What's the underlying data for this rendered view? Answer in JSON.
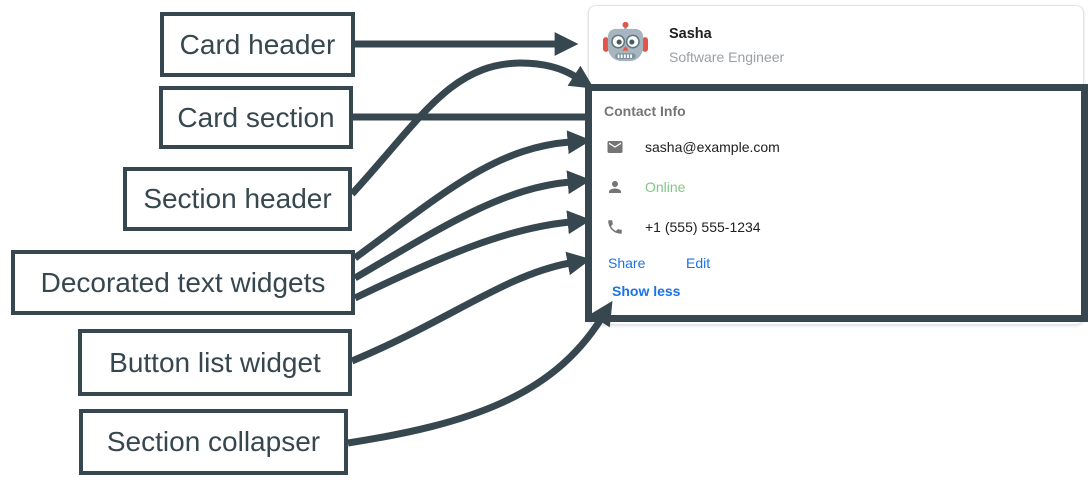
{
  "diagram": {
    "labels": [
      {
        "text": "Card header"
      },
      {
        "text": "Card section"
      },
      {
        "text": "Section header"
      },
      {
        "text": "Decorated text widgets"
      },
      {
        "text": "Button list widget"
      },
      {
        "text": "Section collapser"
      }
    ],
    "arrow_color": "#37474F"
  },
  "card": {
    "header": {
      "avatar_icon": "robot-avatar",
      "name": "Sasha",
      "subtitle": "Software Engineer"
    },
    "section": {
      "title": "Contact Info",
      "rows": [
        {
          "icon": "email-icon",
          "text": "sasha@example.com"
        },
        {
          "icon": "person-icon",
          "text": "Online",
          "status_color": "#81C784"
        },
        {
          "icon": "phone-icon",
          "text": "+1 (555) 555-1234"
        }
      ],
      "buttons": [
        {
          "label": "Share"
        },
        {
          "label": "Edit"
        }
      ],
      "collapser_label": "Show less"
    }
  },
  "colors": {
    "link_blue": "#1A73E8",
    "online_green": "#81C784",
    "annotation_slate": "#37474F",
    "muted_text": "#9AA0A6",
    "icon_gray": "#757575"
  }
}
